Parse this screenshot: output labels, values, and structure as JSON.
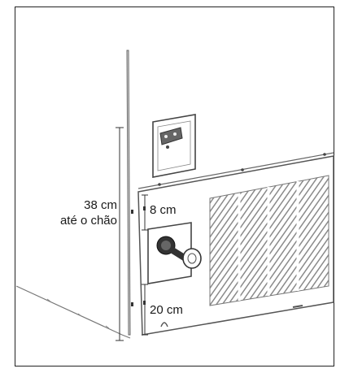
{
  "labels": {
    "height_total": "38 cm",
    "height_total_note": "até o chão",
    "gap_top": "8 cm",
    "gap_bottom": "20 cm"
  },
  "colors": {
    "stroke": "#555555",
    "frame": "#222222",
    "grille": "#8a8a8a",
    "fill": "#ffffff",
    "text": "#1a1a1a"
  }
}
